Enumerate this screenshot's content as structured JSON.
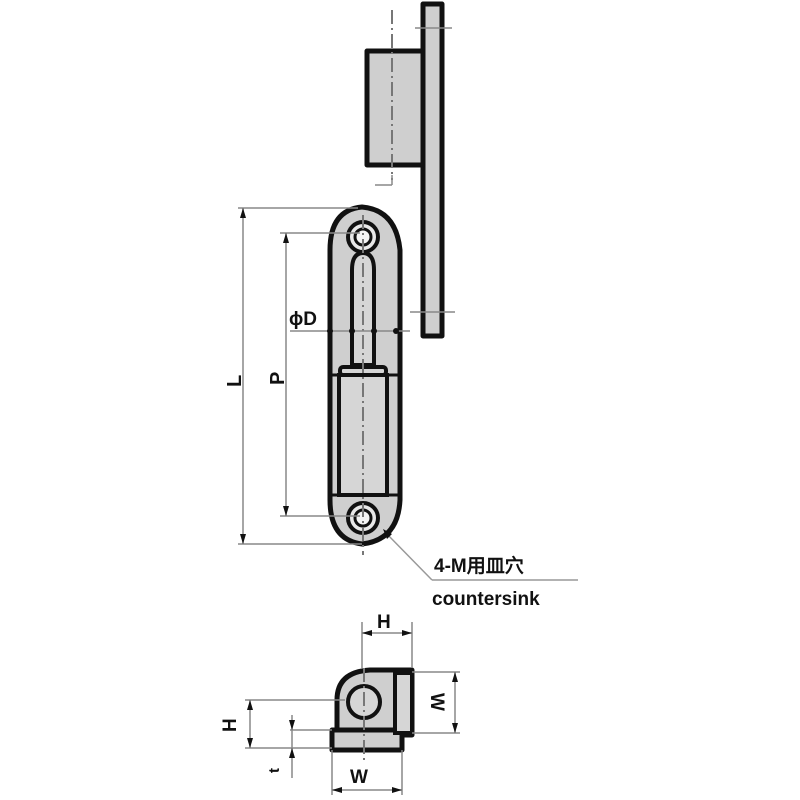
{
  "diagram": {
    "type": "technical-drawing",
    "subject": "hinge with countersunk mounting holes",
    "views": [
      "side-view",
      "front-view",
      "top-view"
    ],
    "dimension_labels": {
      "overall_length": "L",
      "hole_pitch": "P",
      "pin_diameter": "ϕD",
      "height_top": "H",
      "width_side": "W",
      "height_side": "H",
      "thickness": "t",
      "width_bottom": "W"
    },
    "callout": {
      "line1": "4-M用皿穴",
      "line2": "countersink"
    },
    "colors": {
      "part_fill": "#cfcfcf",
      "outline": "#111111",
      "dimension_line": "#888888"
    }
  }
}
